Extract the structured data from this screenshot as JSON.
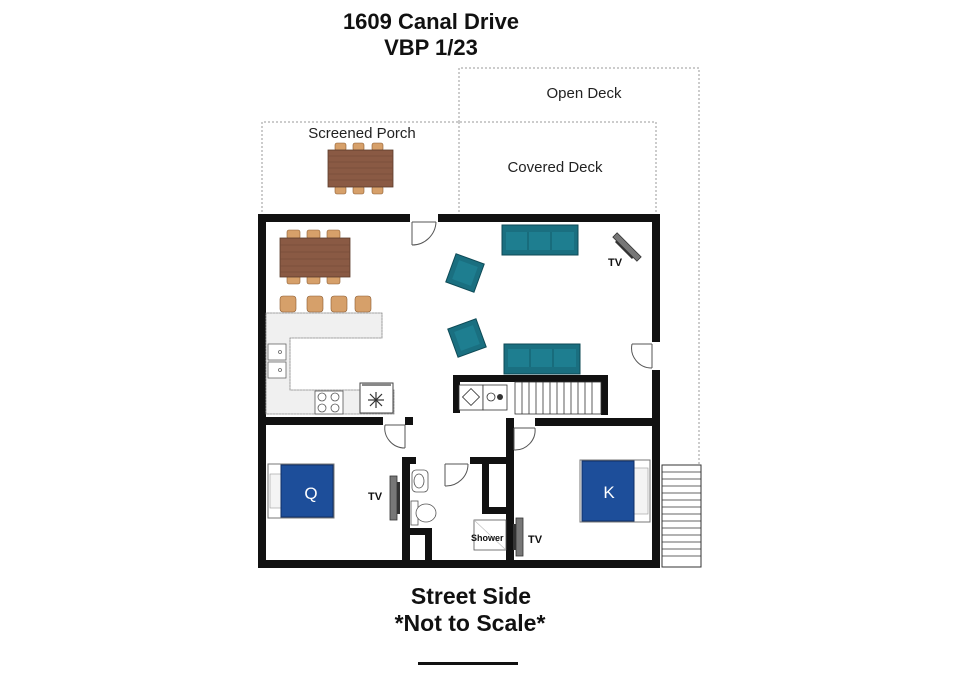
{
  "header": {
    "address": "1609 Canal Drive",
    "code": "VBP 1/23"
  },
  "areas": {
    "open_deck": "Open Deck",
    "screened_porch": "Screened Porch",
    "covered_deck": "Covered Deck"
  },
  "labels": {
    "tv_living": "TV",
    "tv_bedroom_queen": "TV",
    "tv_bedroom_king": "TV",
    "shower": "Shower",
    "bed_queen": "Q",
    "bed_king": "K"
  },
  "footer": {
    "street_side": "Street Side",
    "not_to_scale": "*Not to Scale*"
  },
  "colors": {
    "wall": "#111111",
    "sofa": "#1a6f80",
    "bed": "#1d4e9a",
    "table": "#8a5a44",
    "chair": "#d6a06a"
  }
}
